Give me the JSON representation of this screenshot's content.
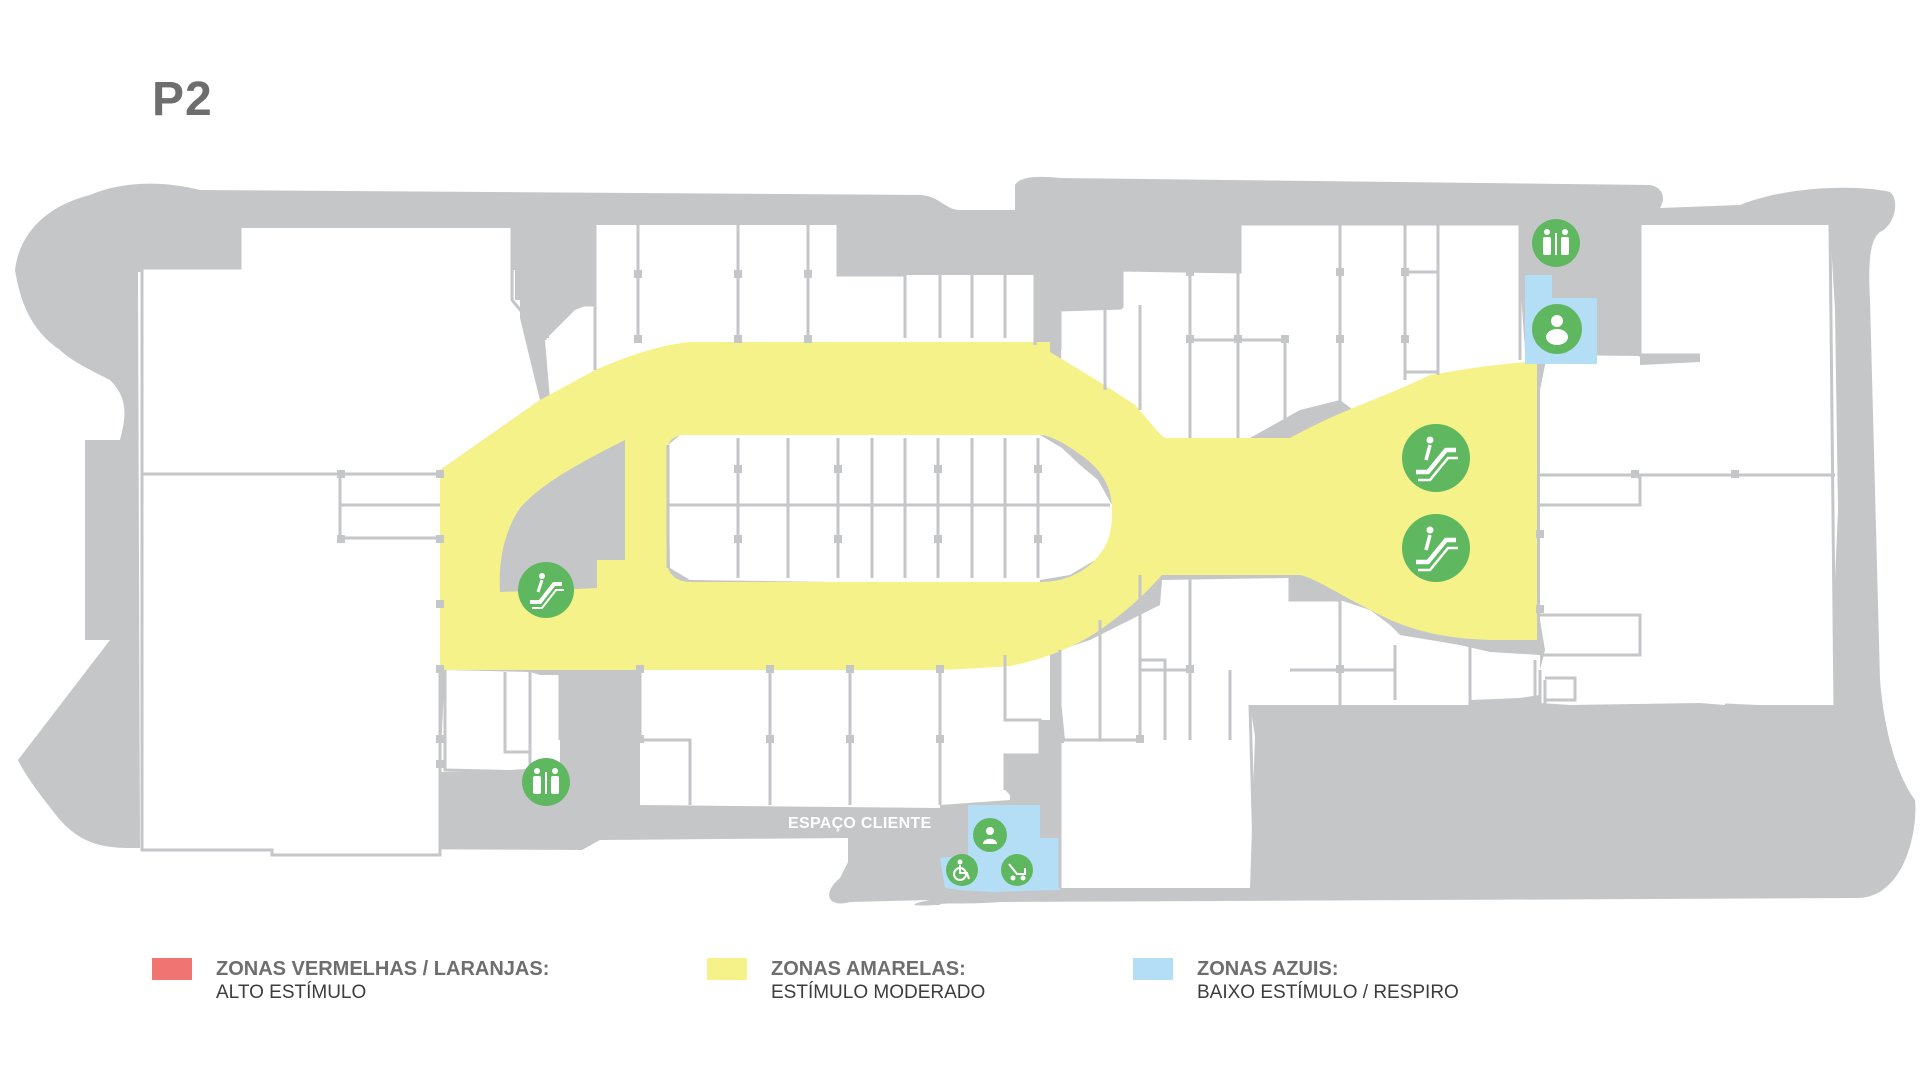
{
  "floor": {
    "title": "P2"
  },
  "map": {
    "labels": {
      "customer_space": "ESPAÇO CLIENTE"
    },
    "colors": {
      "corridor": "#c4c6c8",
      "store": "#ffffff",
      "yellow_zone": "#f6f28a",
      "blue_zone": "#b3def6",
      "icon_bg": "#5fb760",
      "red_zone": "#f07472"
    },
    "icons": [
      "escalator-icon",
      "escalator-icon",
      "escalator-icon",
      "restroom-icon",
      "restroom-icon",
      "baby-changing-icon",
      "person-icon",
      "wheelchair-icon",
      "stroller-icon"
    ]
  },
  "legend": [
    {
      "color": "#f07472",
      "title": "ZONAS VERMELHAS / LARANJAS:",
      "subtitle": "ALTO ESTÍMULO"
    },
    {
      "color": "#f6f28a",
      "title": "ZONAS AMARELAS:",
      "subtitle": "ESTÍMULO MODERADO"
    },
    {
      "color": "#b3def6",
      "title": "ZONAS AZUIS:",
      "subtitle": "BAIXO ESTÍMULO / RESPIRO"
    }
  ]
}
